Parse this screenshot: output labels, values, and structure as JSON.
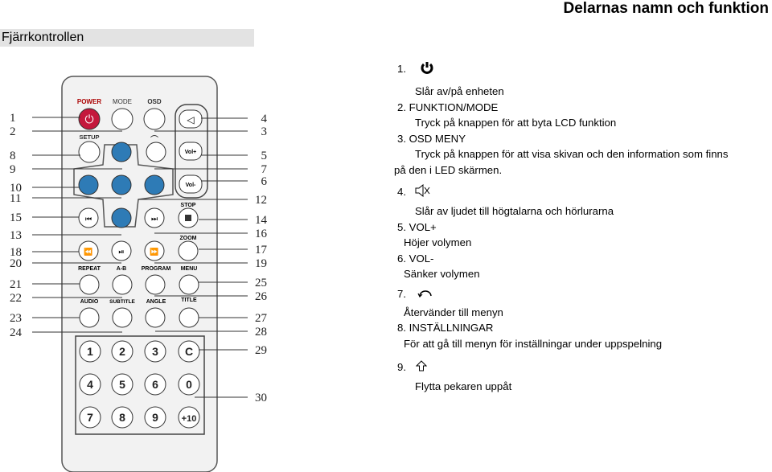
{
  "header": {
    "title": "Delarnas namn och funktion"
  },
  "section": {
    "title": "Fjärrkontrollen"
  },
  "remote": {
    "buttons": {
      "power": "POWER",
      "mode": "MODE",
      "osd": "OSD",
      "setup": "SETUP",
      "volp": "Vol+",
      "volm": "Vol-",
      "stop": "STOP",
      "zoom": "ZOOM",
      "repeat": "REPEAT",
      "ab": "A-B",
      "program": "PROGRAM",
      "menu": "MENU",
      "audio": "AUDIO",
      "subtitle": "SUBTITLE",
      "angle": "ANGLE",
      "title": "TITLE"
    },
    "keypad": [
      "1",
      "2",
      "3",
      "C",
      "4",
      "5",
      "6",
      "0",
      "7",
      "8",
      "9",
      "+10"
    ],
    "callouts_left": [
      "1",
      "2",
      "8",
      "9",
      "10",
      "11",
      "15",
      "13",
      "18",
      "20",
      "21",
      "22",
      "23",
      "24"
    ],
    "callouts_right": [
      "4",
      "3",
      "5",
      "7",
      "6",
      "12",
      "14",
      "16",
      "17",
      "19",
      "25",
      "26",
      "27",
      "28",
      "29",
      "30"
    ]
  },
  "descriptions": {
    "i1": {
      "num": "1.",
      "icon": "power-icon",
      "text": "Slår av/på enheten"
    },
    "i2": {
      "head": "2. FUNKTION/MODE",
      "text": "Tryck på knappen för att byta LCD funktion"
    },
    "i3": {
      "head": "3. OSD MENY",
      "text1": "Tryck på knappen för att visa skivan och den information som finns",
      "text2": "på den i LED skärmen."
    },
    "i4": {
      "num": "4.",
      "icon": "mute-speaker-icon",
      "text": "Slår av ljudet till högtalarna och hörlurarna"
    },
    "i5": {
      "head": "5. VOL+",
      "text": "Höjer volymen"
    },
    "i6": {
      "head": "6. VOL-",
      "text": "Sänker volymen"
    },
    "i7": {
      "num": "7.",
      "icon": "return-arrow-icon",
      "text": "Återvänder till menyn"
    },
    "i8": {
      "head": "8. INSTÄLLNINGAR",
      "text": "För att gå till menyn för inställningar under uppspelning"
    },
    "i9": {
      "num": "9.",
      "icon": "up-arrow-icon",
      "text": "Flytta pekaren uppåt"
    }
  }
}
